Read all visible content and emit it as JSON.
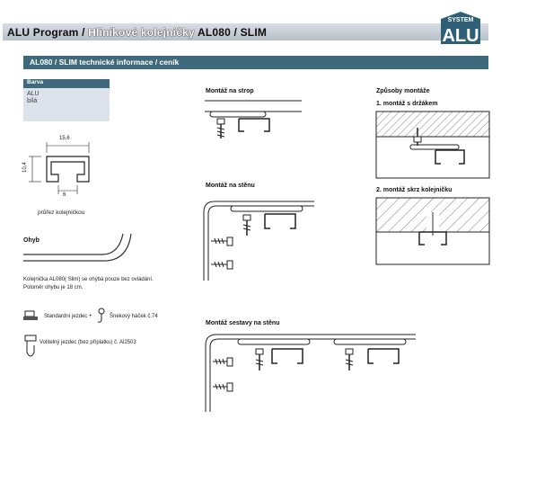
{
  "header": {
    "title_main": "ALU Program /",
    "title_sub": "Hliníkové kolejničky",
    "title_model": "AL080 / SLIM"
  },
  "logo": {
    "top": "SYSTEM",
    "bottom": "ALU"
  },
  "section": {
    "title": "AL080 / SLIM technické informace / ceník"
  },
  "barva": {
    "title": "Barva",
    "values": [
      "ALU",
      "bílá"
    ]
  },
  "profile": {
    "width": "15,6",
    "height": "10,4",
    "slot": "6",
    "caption": "průřez kolejničkou"
  },
  "ohyb": {
    "title": "Ohyb",
    "text1": "Kolejnička AL080( Slim) se ohýbá pouze bez ovládání.",
    "text2": "Poloměr ohybu je 18 cm."
  },
  "accessories": {
    "item1": "Standardní jezdec +",
    "item2": "Šnekový háček č.74",
    "item3": "Volitelný jezdec (bez příplatku) č. Al2503"
  },
  "mounting": {
    "ceiling": "Montáž na strop",
    "wall": "Montáž na stěnu",
    "wall_set": "Montáž sestavy na stěnu"
  },
  "methods": {
    "title": "Způsoby montáže",
    "m1": "1. montáž s držákem",
    "m2": "2. montáž skrz kolejničku"
  },
  "colors": {
    "accent": "#3f6a7e",
    "light_box": "#dde3ea",
    "logo": "#2f5f76"
  }
}
